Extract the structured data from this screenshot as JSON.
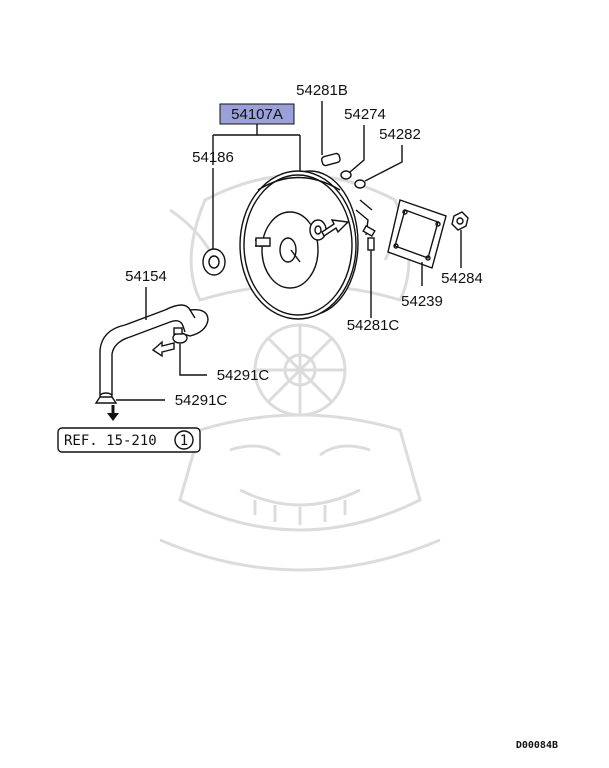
{
  "diagram": {
    "highlight_color": "#9aa0d8",
    "parts": {
      "booster_assembly": "54107A",
      "seal": "54186",
      "vacuum_hose": "54154",
      "clip_upper": "54291C",
      "clip_lower": "54291C",
      "pin": "54281B",
      "ring_1": "54274",
      "ring_2": "54282",
      "gasket": "54239",
      "nut": "54284",
      "clevis_pin": "54281C"
    },
    "reference": {
      "text": "REF. 15-210",
      "circle_number": "1"
    },
    "drawing_code": "D00084B"
  }
}
